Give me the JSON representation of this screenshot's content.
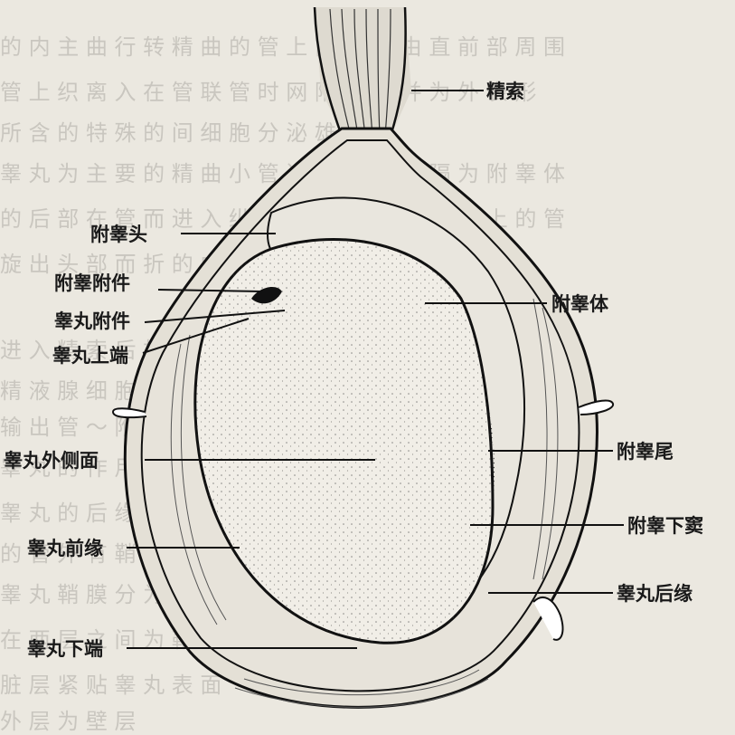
{
  "labels": {
    "spermatic_cord": "精索",
    "epididymis_head": "附睾头",
    "appendix_epididymis": "附睾附件",
    "appendix_testis": "睾丸附件",
    "upper_pole": "睾丸上端",
    "epididymis_body": "附睾体",
    "epididymis_tail": "附睾尾",
    "lateral_surface": "睾丸外侧面",
    "anterior_border": "睾丸前缘",
    "sinus_epididymis": "附睾下窦",
    "posterior_border": "睾丸后缘",
    "lower_pole": "睾丸下端"
  }
}
